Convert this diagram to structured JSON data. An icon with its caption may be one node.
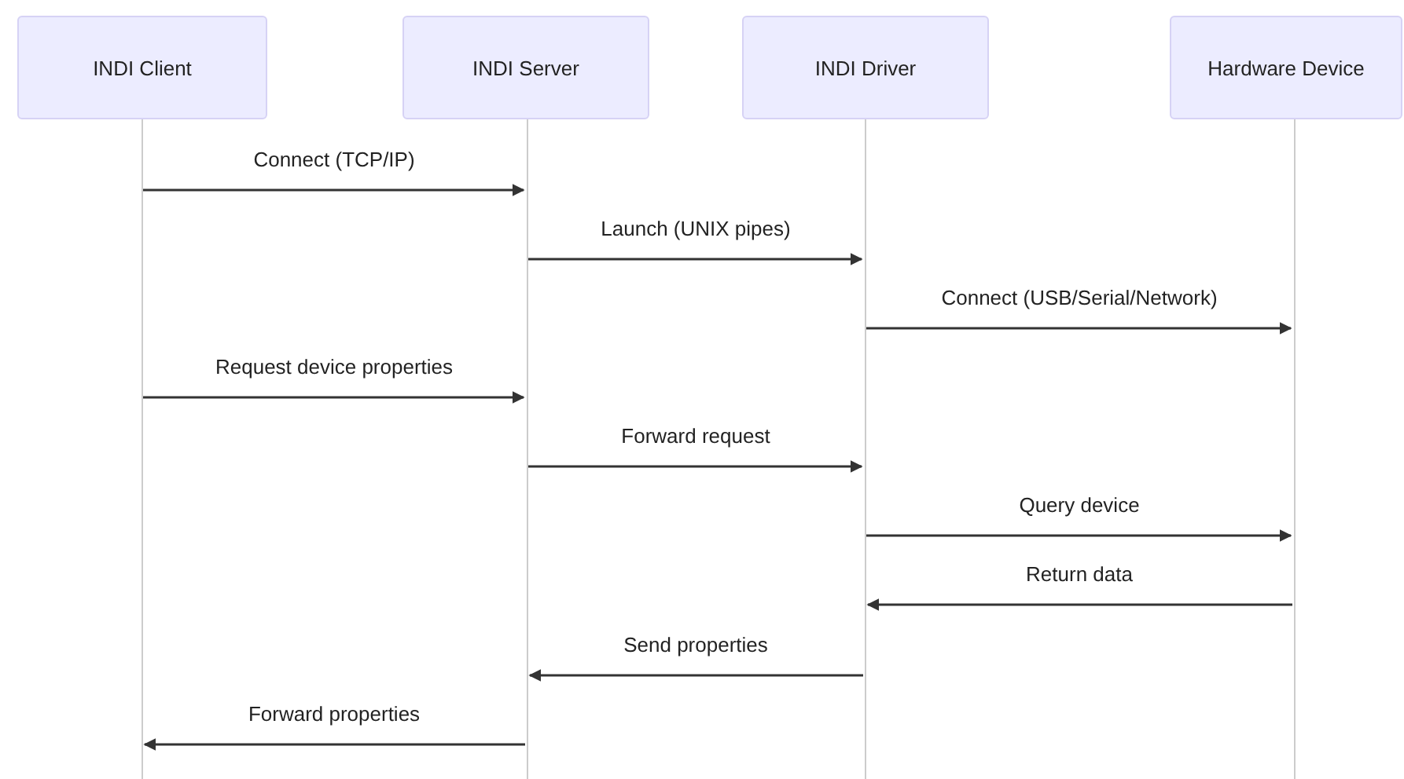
{
  "diagram": {
    "nodes": [
      {
        "text": [
          "INDI Client"
        ]
      },
      {
        "text": [
          "INDI Server"
        ]
      },
      {
        "text": [
          "INDI Driver"
        ]
      },
      {
        "text": [
          "Hardware Device"
        ]
      }
    ],
    "edges": [
      {
        "from": 0,
        "to": 1,
        "arrow": "to",
        "label": "Connect (TCP/IP)"
      },
      {
        "from": 1,
        "to": 2,
        "arrow": "to",
        "label": "Launch (UNIX pipes)"
      },
      {
        "from": 2,
        "to": 3,
        "arrow": "to",
        "label": "Connect (USB/Serial/Network)"
      },
      {
        "from": 0,
        "to": 1,
        "arrow": "to",
        "label": "Request device properties"
      },
      {
        "from": 1,
        "to": 2,
        "arrow": "to",
        "label": "Forward request"
      },
      {
        "from": 2,
        "to": 3,
        "arrow": "to",
        "label": "Query device"
      },
      {
        "from": 3,
        "to": 2,
        "arrow": "to",
        "label": "Return data"
      },
      {
        "from": 2,
        "to": 1,
        "arrow": "to",
        "label": "Send properties"
      },
      {
        "from": 1,
        "to": 0,
        "arrow": "to",
        "label": "Forward properties"
      }
    ]
  }
}
